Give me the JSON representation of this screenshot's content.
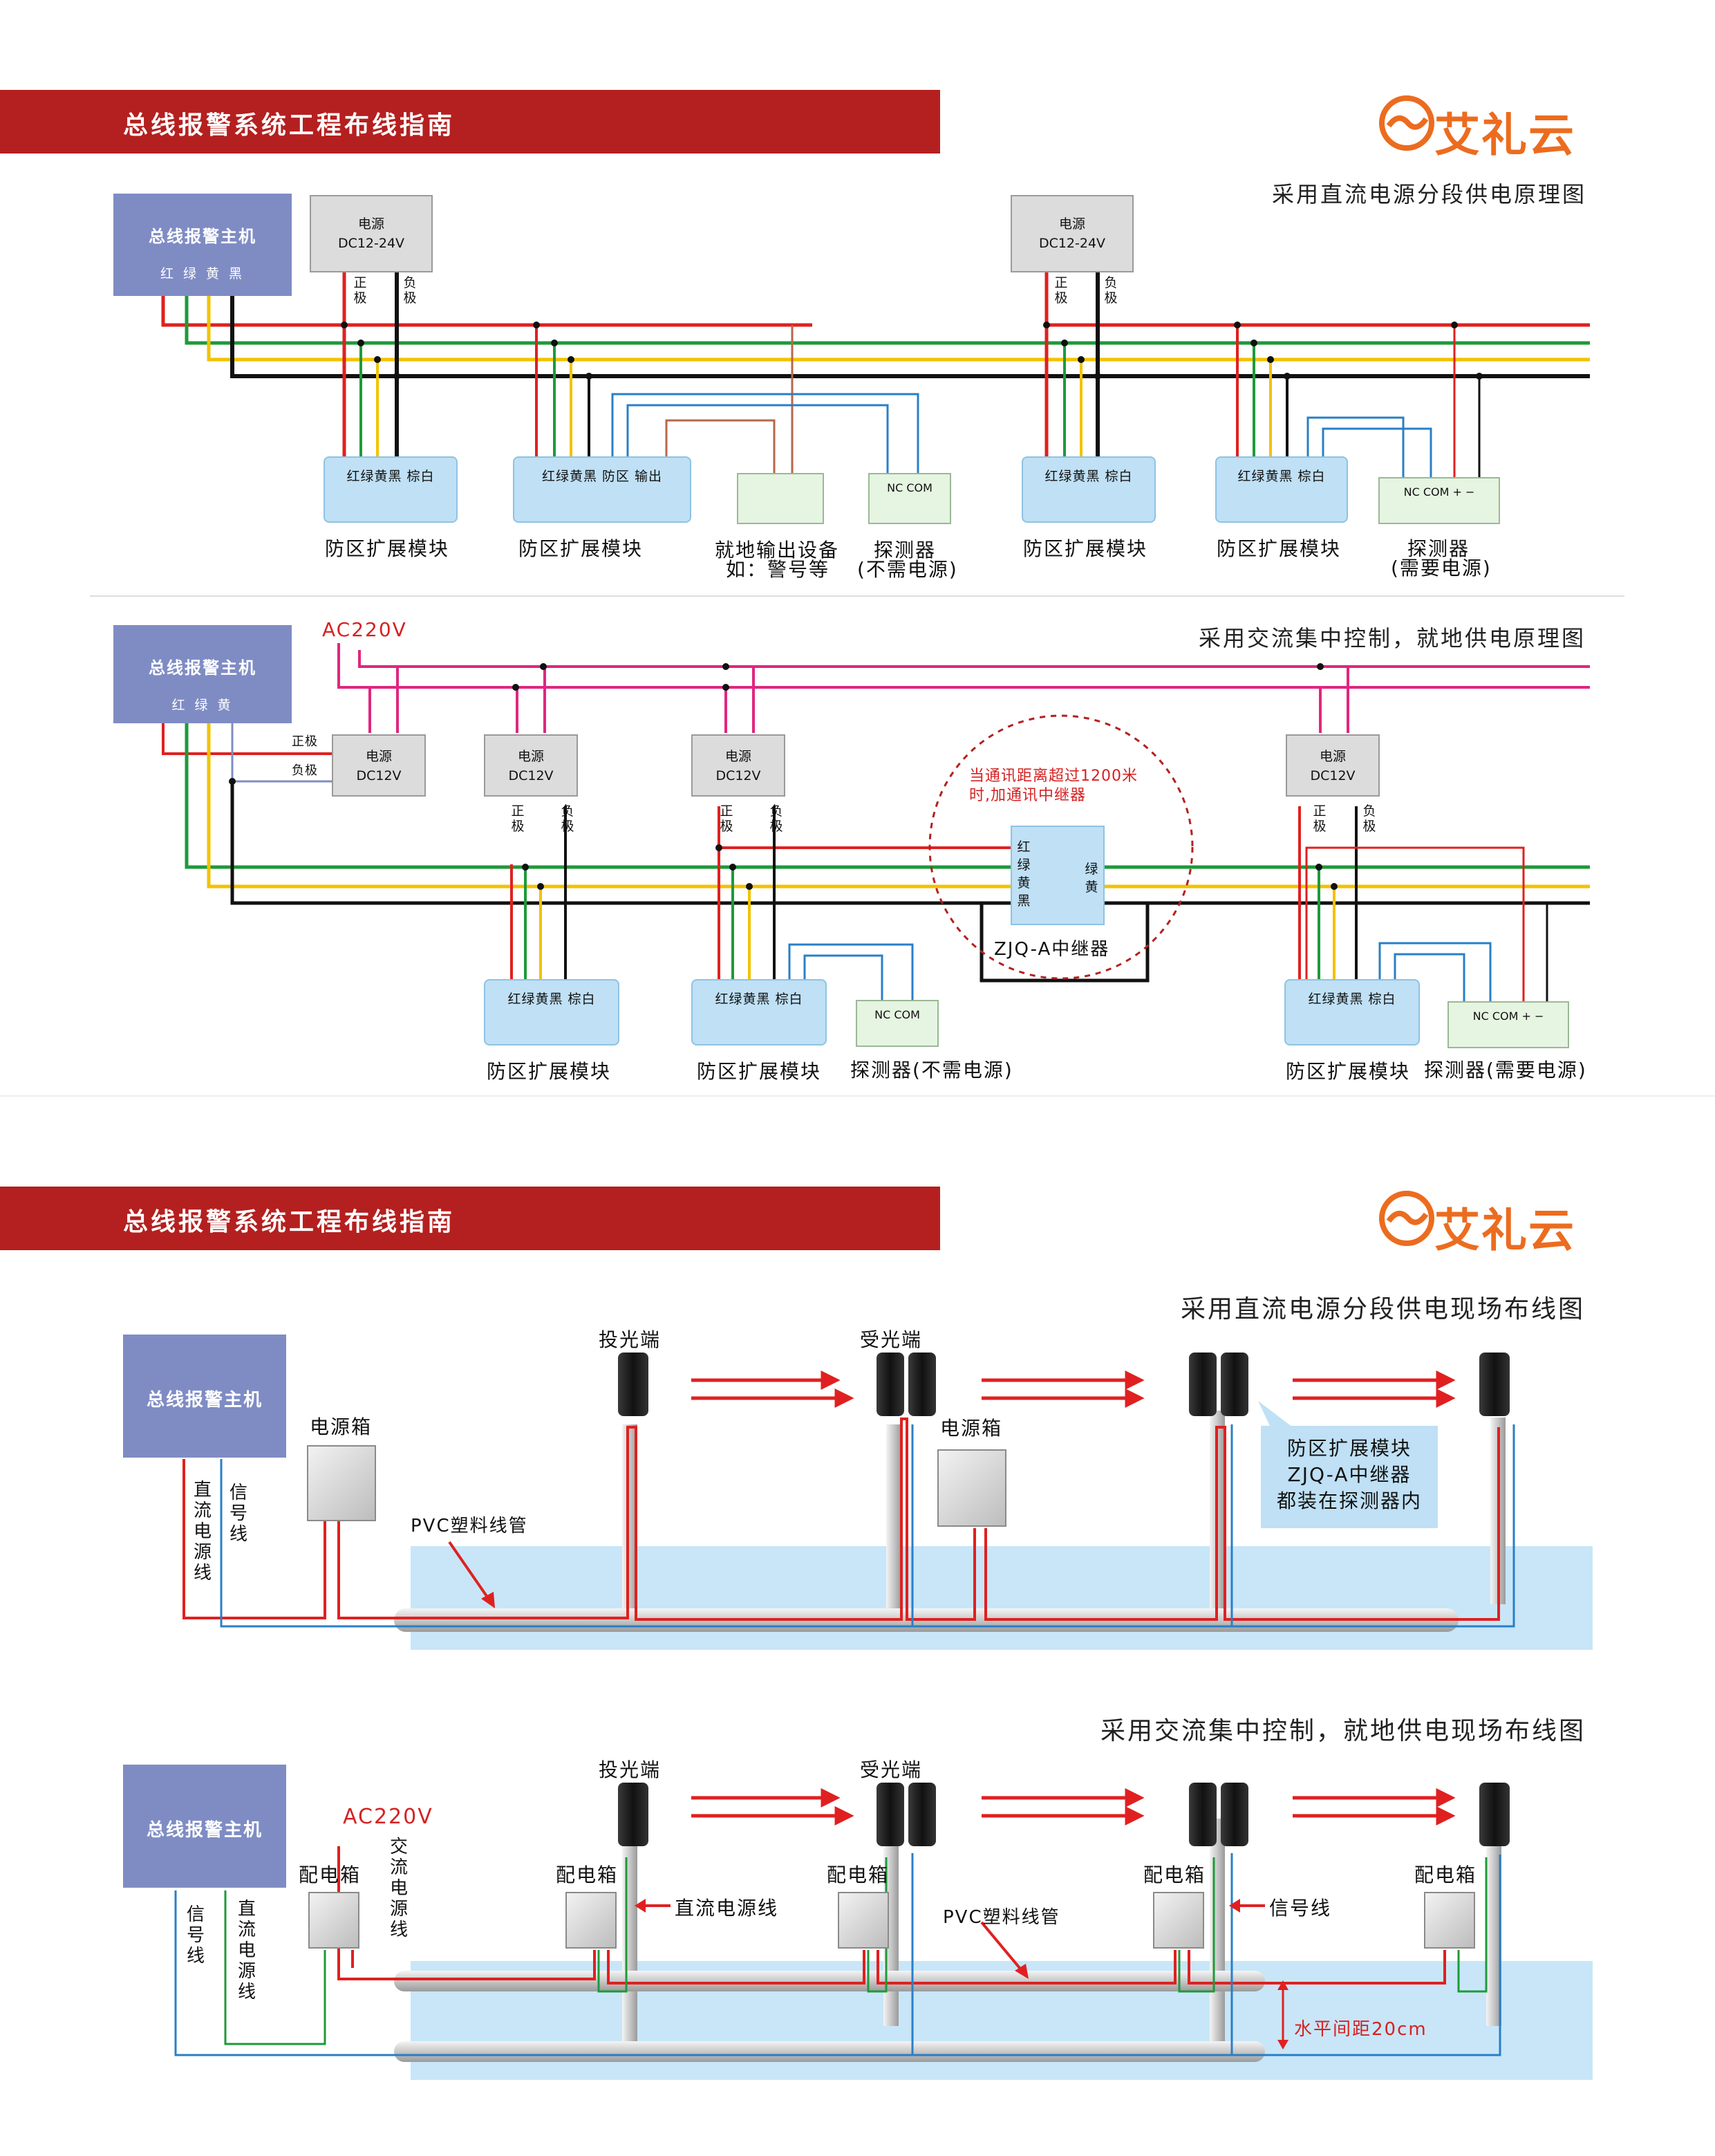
{
  "brand": {
    "name": "艾礼云",
    "color": "#ec6c1f"
  },
  "banner_color": "#b4201f",
  "wire_colors": {
    "red": "#e02020",
    "green": "#1e9a3a",
    "yellow": "#f2c200",
    "black": "#111111",
    "magenta": "#e0267f",
    "blue": "#2a7fc6",
    "brown": "#b5674a"
  },
  "page1": {
    "banner": "总线报警系统工程布线指南",
    "dc": {
      "title": "采用直流电源分段供电原理图",
      "host": {
        "title": "总线报警主机",
        "wires": "红 绿 黄 黑"
      },
      "psu_a": {
        "line1": "电源",
        "line2": "DC12-24V"
      },
      "psu_b": {
        "line1": "电源",
        "line2": "DC12-24V"
      },
      "pos": "正极",
      "neg": "负极",
      "module_a": "红绿黄黑 棕白",
      "module_b": "红绿黄黑 防区 输出",
      "module_c": "红绿黄黑 棕白",
      "module_d": "红绿黄黑 棕白",
      "nc_com": "NC  COM",
      "nc_com_pm": "NC  COM  +   −",
      "labels": {
        "mod1": "防区扩展模块",
        "mod2": "防区扩展模块",
        "out1": "就地输出设备",
        "out2": "如：警号等",
        "det1": "探测器",
        "det2": "(不需电源)",
        "mod3": "防区扩展模块",
        "mod4": "防区扩展模块",
        "det3": "探测器",
        "det4": "(需要电源)"
      }
    },
    "ac": {
      "title": "采用交流集中控制，就地供电原理图",
      "ac220": "AC220V",
      "host": {
        "title": "总线报警主机",
        "wires": "红 绿 黄"
      },
      "pos_h": "正极",
      "neg_h": "负极",
      "pos": "正极",
      "neg": "负极",
      "psu": {
        "line1": "电源",
        "line2": "DC12V"
      },
      "module": "红绿黄黑 棕白",
      "nc_com": "NC  COM",
      "nc_com_pm": "NC  COM  +   −",
      "repeater_note1": "当通讯距离超过1200米",
      "repeater_note2": "时,加通讯中继器",
      "repeater_left": [
        "红",
        "绿",
        "黄",
        "黑"
      ],
      "repeater_right": [
        "绿",
        "黄"
      ],
      "repeater_name": "ZJQ-A中继器",
      "labels": {
        "mod1": "防区扩展模块",
        "mod2": "防区扩展模块",
        "det1": "探测器(不需电源)",
        "mod3": "防区扩展模块",
        "det2": "探测器(需要电源)"
      }
    }
  },
  "page2": {
    "banner": "总线报警系统工程布线指南",
    "dc_site": {
      "title": "采用直流电源分段供电现场布线图",
      "host": "总线报警主机",
      "power_box": "电源箱",
      "power_box2": "电源箱",
      "dc_wire": "直流电源线",
      "signal": "信号线",
      "pvc": "PVC塑料线管",
      "emitter": "投光端",
      "receiver": "受光端",
      "callout": [
        "防区扩展模块",
        "ZJQ-A中继器",
        "都装在探测器内"
      ]
    },
    "ac_site": {
      "title": "采用交流集中控制，就地供电现场布线图",
      "host": "总线报警主机",
      "ac220": "AC220V",
      "ac_wire": "交流电源线",
      "dist_box": "配电箱",
      "signal": "信号线",
      "dc_wire": "直流电源线",
      "dc_line_lbl": "直流电源线",
      "signal_lbl": "信号线",
      "pvc": "PVC塑料线管",
      "emitter": "投光端",
      "receiver": "受光端",
      "spacing": "水平间距20cm"
    }
  }
}
